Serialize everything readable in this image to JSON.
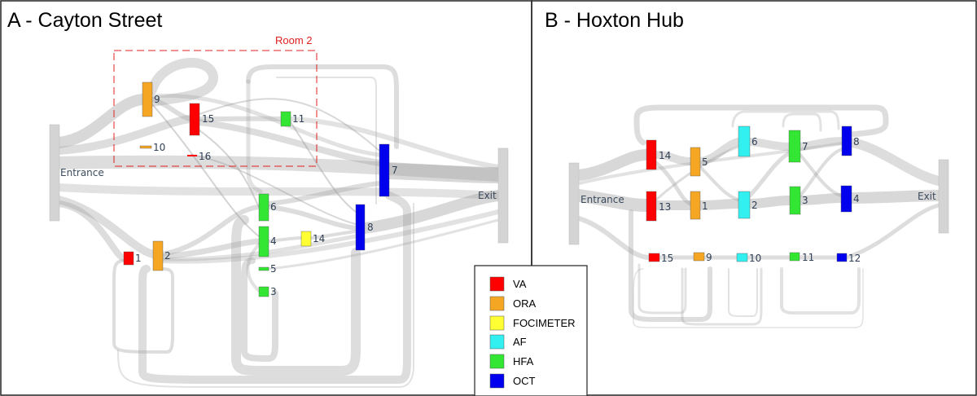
{
  "panels": [
    {
      "id": "A",
      "title": "A - Cayton Street",
      "entrance_label": "Entrance",
      "exit_label": "Exit",
      "room": {
        "label": "Room 2"
      },
      "nodes": [
        {
          "id": "1",
          "label": "1",
          "type": "VA"
        },
        {
          "id": "2",
          "label": "2",
          "type": "ORA"
        },
        {
          "id": "3",
          "label": "3",
          "type": "HFA"
        },
        {
          "id": "4",
          "label": "4",
          "type": "HFA"
        },
        {
          "id": "5",
          "label": "5",
          "type": "HFA"
        },
        {
          "id": "6",
          "label": "6",
          "type": "HFA"
        },
        {
          "id": "7",
          "label": "7",
          "type": "OCT"
        },
        {
          "id": "8",
          "label": "8",
          "type": "OCT"
        },
        {
          "id": "9",
          "label": "9",
          "type": "ORA"
        },
        {
          "id": "10",
          "label": "10",
          "type": "ORA"
        },
        {
          "id": "11",
          "label": "11",
          "type": "HFA"
        },
        {
          "id": "14",
          "label": "14",
          "type": "FOCIMETER"
        },
        {
          "id": "15",
          "label": "15",
          "type": "VA"
        },
        {
          "id": "16",
          "label": "16",
          "type": "VA"
        }
      ]
    },
    {
      "id": "B",
      "title": "B - Hoxton Hub",
      "entrance_label": "Entrance",
      "exit_label": "Exit",
      "nodes": [
        {
          "id": "14",
          "label": "14",
          "type": "VA"
        },
        {
          "id": "13",
          "label": "13",
          "type": "VA"
        },
        {
          "id": "15",
          "label": "15",
          "type": "VA"
        },
        {
          "id": "5",
          "label": "5",
          "type": "ORA"
        },
        {
          "id": "1",
          "label": "1",
          "type": "ORA"
        },
        {
          "id": "9",
          "label": "9",
          "type": "ORA"
        },
        {
          "id": "6",
          "label": "6",
          "type": "AF"
        },
        {
          "id": "2",
          "label": "2",
          "type": "AF"
        },
        {
          "id": "10",
          "label": "10",
          "type": "AF"
        },
        {
          "id": "7",
          "label": "7",
          "type": "HFA"
        },
        {
          "id": "3",
          "label": "3",
          "type": "HFA"
        },
        {
          "id": "11",
          "label": "11",
          "type": "HFA"
        },
        {
          "id": "8",
          "label": "8",
          "type": "OCT"
        },
        {
          "id": "4",
          "label": "4",
          "type": "OCT"
        },
        {
          "id": "12",
          "label": "12",
          "type": "OCT"
        }
      ]
    }
  ],
  "legend": [
    {
      "key": "VA",
      "label": "VA",
      "color": "#ff0000"
    },
    {
      "key": "ORA",
      "label": "ORA",
      "color": "#f5a623"
    },
    {
      "key": "FOCIMETER",
      "label": "FOCIMETER",
      "color": "#ffff33"
    },
    {
      "key": "AF",
      "label": "AF",
      "color": "#33f0f0"
    },
    {
      "key": "HFA",
      "label": "HFA",
      "color": "#33e633"
    },
    {
      "key": "OCT",
      "label": "OCT",
      "color": "#0000ee"
    }
  ],
  "colors": {
    "flow": "#9e9e9e",
    "terminal": "#d4d4d4",
    "room_border": "#e02020",
    "panel_border": "#222222"
  }
}
